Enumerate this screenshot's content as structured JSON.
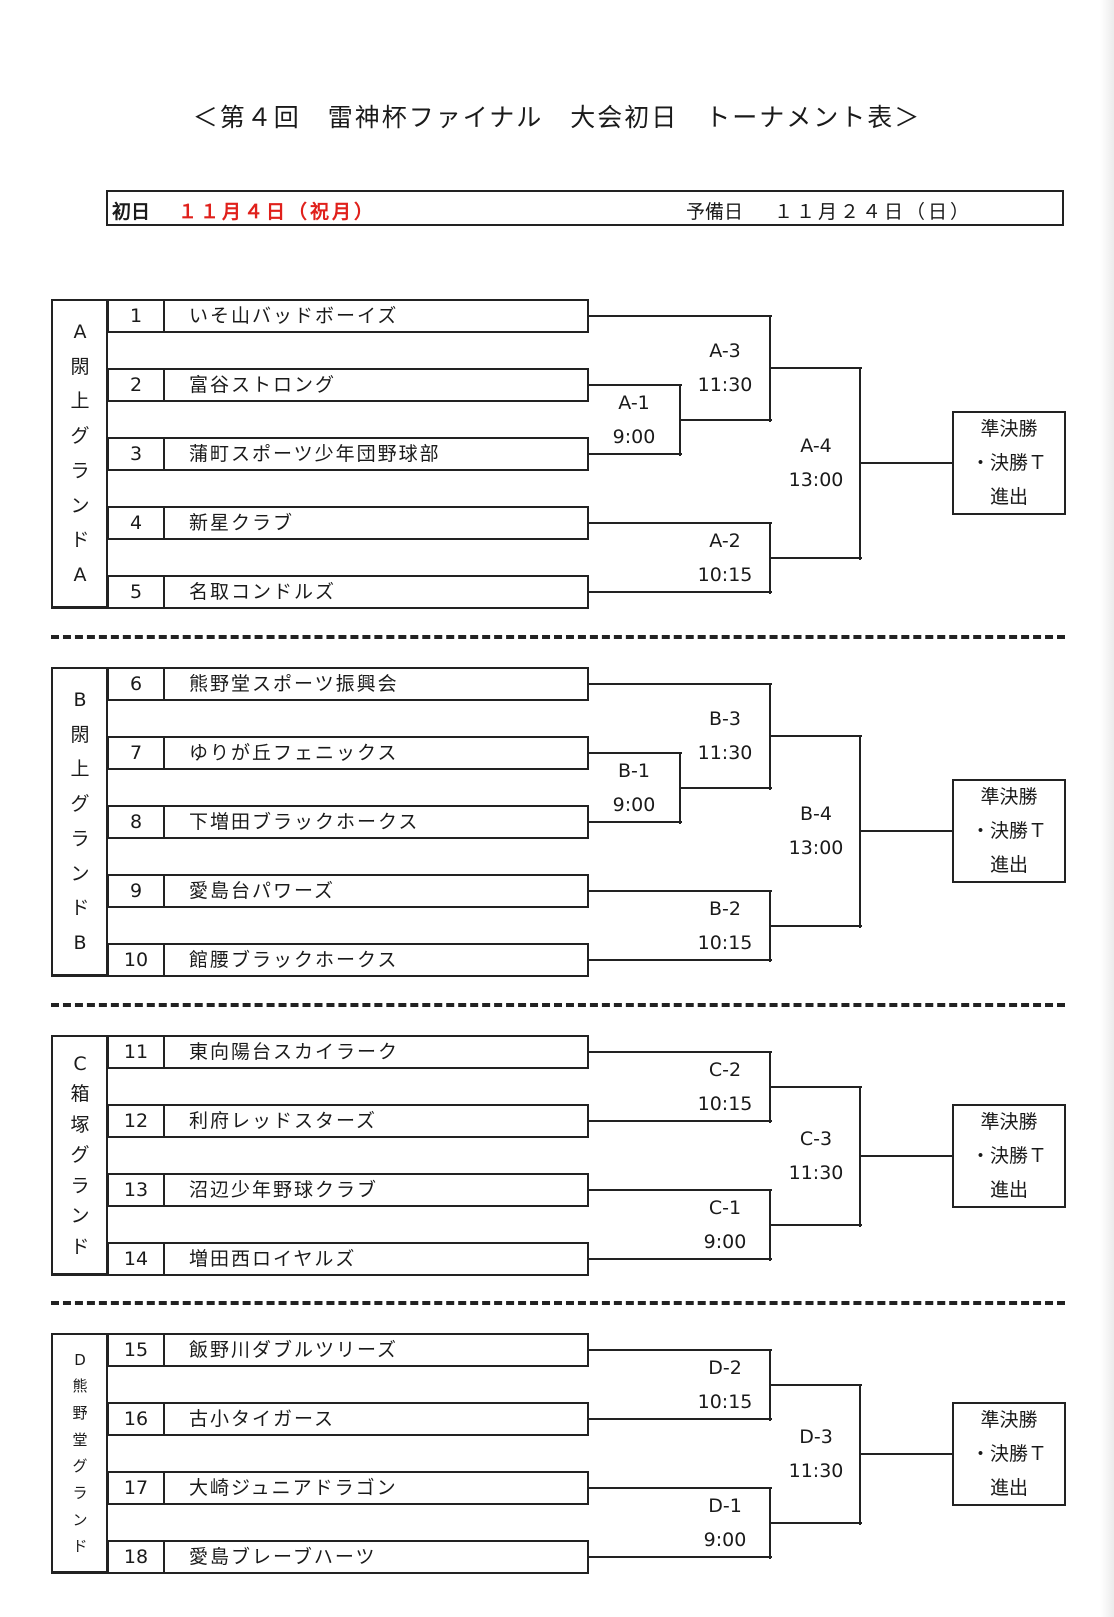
{
  "title": "＜第４回　雷神杯ファイナル　大会初日　トーナメント表＞",
  "date_bar": {
    "label": "初日",
    "day": "１１月４日（祝月）",
    "reserve_label": "予備日",
    "reserve_day": "１１月２４日（日）"
  },
  "colors": {
    "accent_red": "#e0201b",
    "line": "#222222"
  },
  "advance_label": [
    "準決勝",
    "・決勝Ｔ",
    "進出"
  ],
  "sections": [
    {
      "ground_chars": [
        "A",
        "閖",
        "上",
        "グ",
        "ラ",
        "ン",
        "ド",
        "A"
      ],
      "teams": [
        {
          "num": "1",
          "name": "いそ山バッドボーイズ"
        },
        {
          "num": "2",
          "name": "富谷ストロング"
        },
        {
          "num": "3",
          "name": "蒲町スポーツ少年団野球部"
        },
        {
          "num": "4",
          "name": "新星クラブ"
        },
        {
          "num": "5",
          "name": "名取コンドルズ"
        }
      ],
      "matches": [
        {
          "id": "A-1",
          "time": "9:00"
        },
        {
          "id": "A-3",
          "time": "11:30"
        },
        {
          "id": "A-2",
          "time": "10:15"
        },
        {
          "id": "A-4",
          "time": "13:00"
        }
      ]
    },
    {
      "ground_chars": [
        "B",
        "閖",
        "上",
        "グ",
        "ラ",
        "ン",
        "ド",
        "B"
      ],
      "teams": [
        {
          "num": "6",
          "name": "熊野堂スポーツ振興会"
        },
        {
          "num": "7",
          "name": "ゆりが丘フェニックス"
        },
        {
          "num": "8",
          "name": "下増田ブラックホークス"
        },
        {
          "num": "9",
          "name": "愛島台パワーズ"
        },
        {
          "num": "10",
          "name": "館腰ブラックホークス"
        }
      ],
      "matches": [
        {
          "id": "B-1",
          "time": "9:00"
        },
        {
          "id": "B-3",
          "time": "11:30"
        },
        {
          "id": "B-2",
          "time": "10:15"
        },
        {
          "id": "B-4",
          "time": "13:00"
        }
      ]
    },
    {
      "ground_chars": [
        "C",
        "箱",
        "塚",
        "グ",
        "ラ",
        "ン",
        "ド"
      ],
      "teams": [
        {
          "num": "11",
          "name": "東向陽台スカイラーク"
        },
        {
          "num": "12",
          "name": "利府レッドスターズ"
        },
        {
          "num": "13",
          "name": "沼辺少年野球クラブ"
        },
        {
          "num": "14",
          "name": "増田西ロイヤルズ"
        }
      ],
      "matches": [
        {
          "id": "C-2",
          "time": "10:15"
        },
        {
          "id": "C-1",
          "time": "9:00"
        },
        {
          "id": "C-3",
          "time": "11:30"
        }
      ]
    },
    {
      "ground_chars": [
        "D",
        "熊",
        "野",
        "堂",
        "グ",
        "ラ",
        "ン",
        "ド"
      ],
      "teams": [
        {
          "num": "15",
          "name": "飯野川ダブルツリーズ"
        },
        {
          "num": "16",
          "name": "古小タイガース"
        },
        {
          "num": "17",
          "name": "大崎ジュニアドラゴン"
        },
        {
          "num": "18",
          "name": "愛島ブレーブハーツ"
        }
      ],
      "matches": [
        {
          "id": "D-2",
          "time": "10:15"
        },
        {
          "id": "D-1",
          "time": "9:00"
        },
        {
          "id": "D-3",
          "time": "11:30"
        }
      ]
    }
  ]
}
